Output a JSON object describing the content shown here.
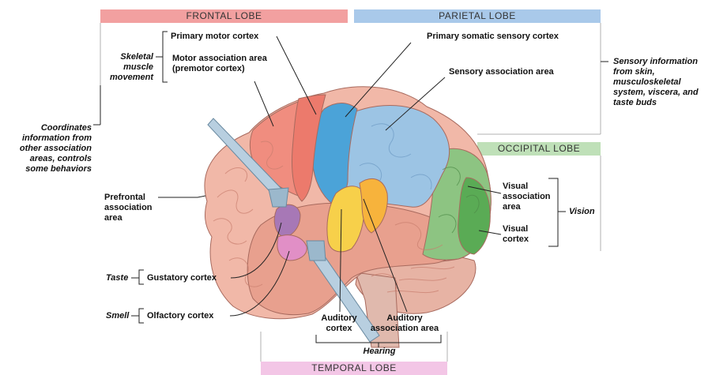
{
  "lobes": {
    "frontal": {
      "label": "FRONTAL LOBE",
      "color": "#f2a0a0"
    },
    "parietal": {
      "label": "PARIETAL LOBE",
      "color": "#a9c9ea"
    },
    "occipital": {
      "label": "OCCIPITAL LOBE",
      "color": "#bfe0b8"
    },
    "temporal": {
      "label": "TEMPORAL LOBE",
      "color": "#f3c6e6"
    }
  },
  "areas": {
    "primary_motor": "Primary motor cortex",
    "motor_association": "Motor association area (premotor cortex)",
    "primary_somatic": "Primary somatic sensory cortex",
    "sensory_association": "Sensory association area",
    "prefrontal": "Prefrontal association area",
    "gustatory": "Gustatory cortex",
    "olfactory": "Olfactory cortex",
    "auditory": "Auditory cortex",
    "auditory_association": "Auditory association area",
    "visual_association": "Visual association area",
    "visual": "Visual cortex"
  },
  "functions": {
    "skeletal": "Skeletal muscle movement",
    "coordinates": "Coordinates information from other association areas, controls some behaviors",
    "sensory_info": "Sensory information from skin, musculoskeletal system, viscera, and taste buds",
    "vision": "Vision",
    "taste": "Taste",
    "smell": "Smell",
    "hearing": "Hearing"
  },
  "colors": {
    "frontal_tissue": "#f1b8a8",
    "primary_motor": "#ec7a6c",
    "primary_somatic": "#4ba3d8",
    "sensory_association": "#9cc4e4",
    "occipital": "#8dc482",
    "visual_cortex": "#5aab55",
    "temporal": "#e8a08e",
    "auditory": "#f7d04a",
    "auditory_association": "#f7b33c",
    "gustatory": "#a778b6",
    "olfactory": "#e18fc6",
    "line": "#222222"
  }
}
